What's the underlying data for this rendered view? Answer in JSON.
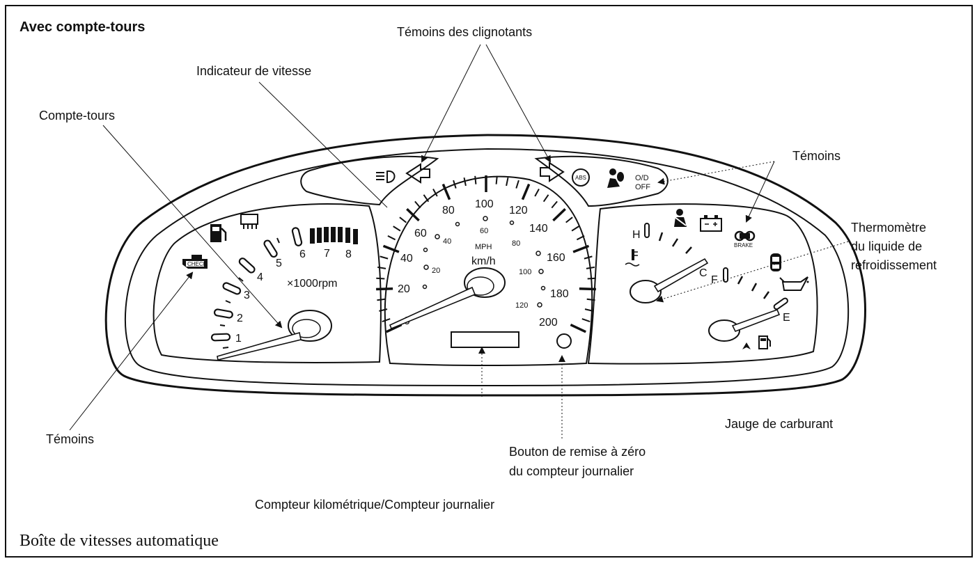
{
  "heading": "Avec compte-tours",
  "caption": "Boîte de vitesses automatique",
  "callouts": {
    "turn_signals": "Témoins des clignotants",
    "speedometer": "Indicateur de vitesse",
    "tachometer": "Compte-tours",
    "warning_lights_right": "Témoins",
    "temp_gauge_line1": "Thermomètre",
    "temp_gauge_line2": "du liquide de",
    "temp_gauge_line3": "refroidissement",
    "warning_lights_left": "Témoins",
    "fuel_gauge": "Jauge de carburant",
    "trip_reset_line1": "Bouton de remise à zéro",
    "trip_reset_line2": "du compteur journalier",
    "odometer": "Compteur kilométrique/Compteur journalier"
  },
  "tachometer": {
    "ticks": [
      "1",
      "2",
      "3",
      "4",
      "5",
      "6",
      "7",
      "8"
    ],
    "unit": "×1000rpm"
  },
  "speedometer": {
    "kmh_ticks": [
      "0",
      "20",
      "40",
      "60",
      "80",
      "100",
      "120",
      "140",
      "160",
      "180",
      "200"
    ],
    "mph_ticks": [
      "20",
      "40",
      "60",
      "80",
      "100",
      "120"
    ],
    "unit_mph": "MPH",
    "unit_kmh": "km/h"
  },
  "temp_gauge": {
    "hot": "H",
    "cold": "C"
  },
  "fuel_gauge": {
    "full": "F",
    "empty": "E"
  },
  "indicators": {
    "overdrive": "O/D",
    "overdrive_off": "OFF",
    "abs": "ABS",
    "brake": "BRAKE",
    "check": "CHECK"
  },
  "colors": {
    "line": "#111111",
    "background": "#ffffff"
  }
}
